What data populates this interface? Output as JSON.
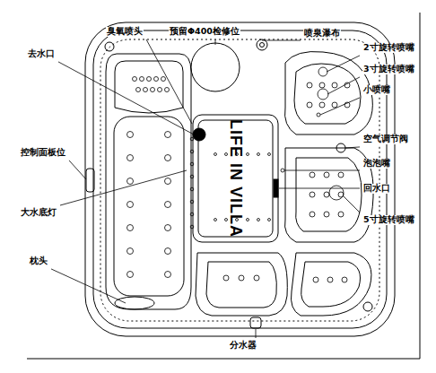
{
  "diagram": {
    "labels": [
      "臭氧喷头",
      "预留Φ400检修位",
      "喷泉瀑布",
      "去水口",
      "2寸旋转喷嘴",
      "3寸旋转喷嘴",
      "小喷嘴",
      "控制面板位",
      "空气调节阀",
      "泡泡嘴",
      "回水口",
      "5寸旋转喷嘴",
      "大水底灯",
      "枕头",
      "分水器",
      "LIFE IN VILLA"
    ]
  }
}
